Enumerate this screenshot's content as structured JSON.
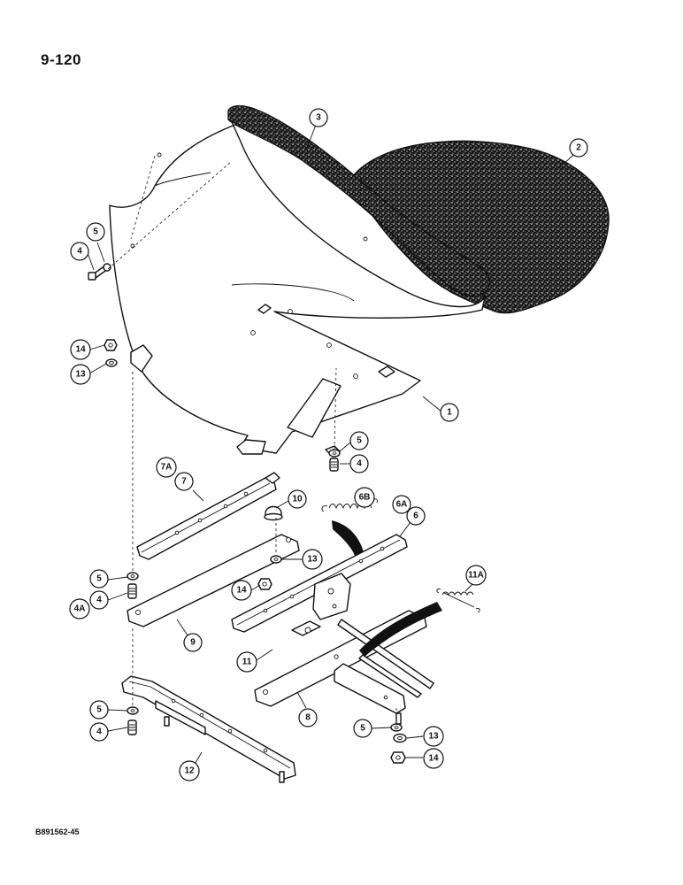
{
  "page": {
    "number": "9-120",
    "figure_code": "B891562-45"
  },
  "callouts": {
    "c1": "1",
    "c2": "2",
    "c3": "3",
    "c4a": "4",
    "c5a": "5",
    "c14a": "14",
    "c13a": "13",
    "c5b": "5",
    "c4b": "4",
    "c7a": "7A",
    "c7": "7",
    "c10": "10",
    "c6b": "6B",
    "c6a": "6A",
    "c6": "6",
    "c13b": "13",
    "c14b": "14",
    "c5c": "5",
    "c4c": "4",
    "c4a_label": "4A",
    "c9": "9",
    "c11a": "11A",
    "c11": "11",
    "c8": "8",
    "c5d": "5",
    "c4d": "4",
    "c12": "12",
    "c5e": "5",
    "c13c": "13",
    "c14c": "14"
  },
  "colors": {
    "ink": "#111111",
    "paper": "#ffffff"
  }
}
